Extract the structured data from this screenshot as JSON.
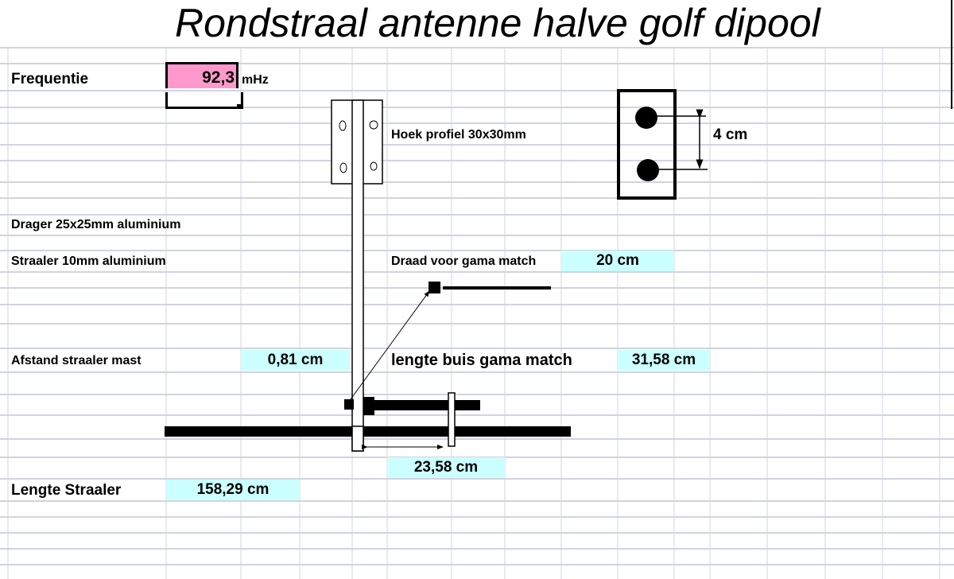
{
  "title": "Rondstraal antenne  halve golf dipool",
  "frequency": {
    "label": "Frequentie",
    "value": "92,3",
    "unit": "mHz",
    "fill": "#ff99cc"
  },
  "labels": {
    "hoek": "Hoek profiel 30x30mm",
    "spacing": "4 cm",
    "drager": "Drager 25x25mm aluminium",
    "straaler": "Straaler 10mm aluminium",
    "draad": "Draad voor gama match",
    "afstand": "Afstand straaler  mast",
    "lengte_buis": "lengte buis gama match",
    "lengte_straaler": "Lengte Straaler"
  },
  "values": {
    "draad": "20 cm",
    "afstand": "0,81 cm",
    "lengte_buis": "31,58 cm",
    "offset": "23,58 cm",
    "lengte_straaler": "158,29 cm"
  },
  "colors": {
    "value_cell": "#ccffff",
    "grid": "#d0d4e0"
  }
}
